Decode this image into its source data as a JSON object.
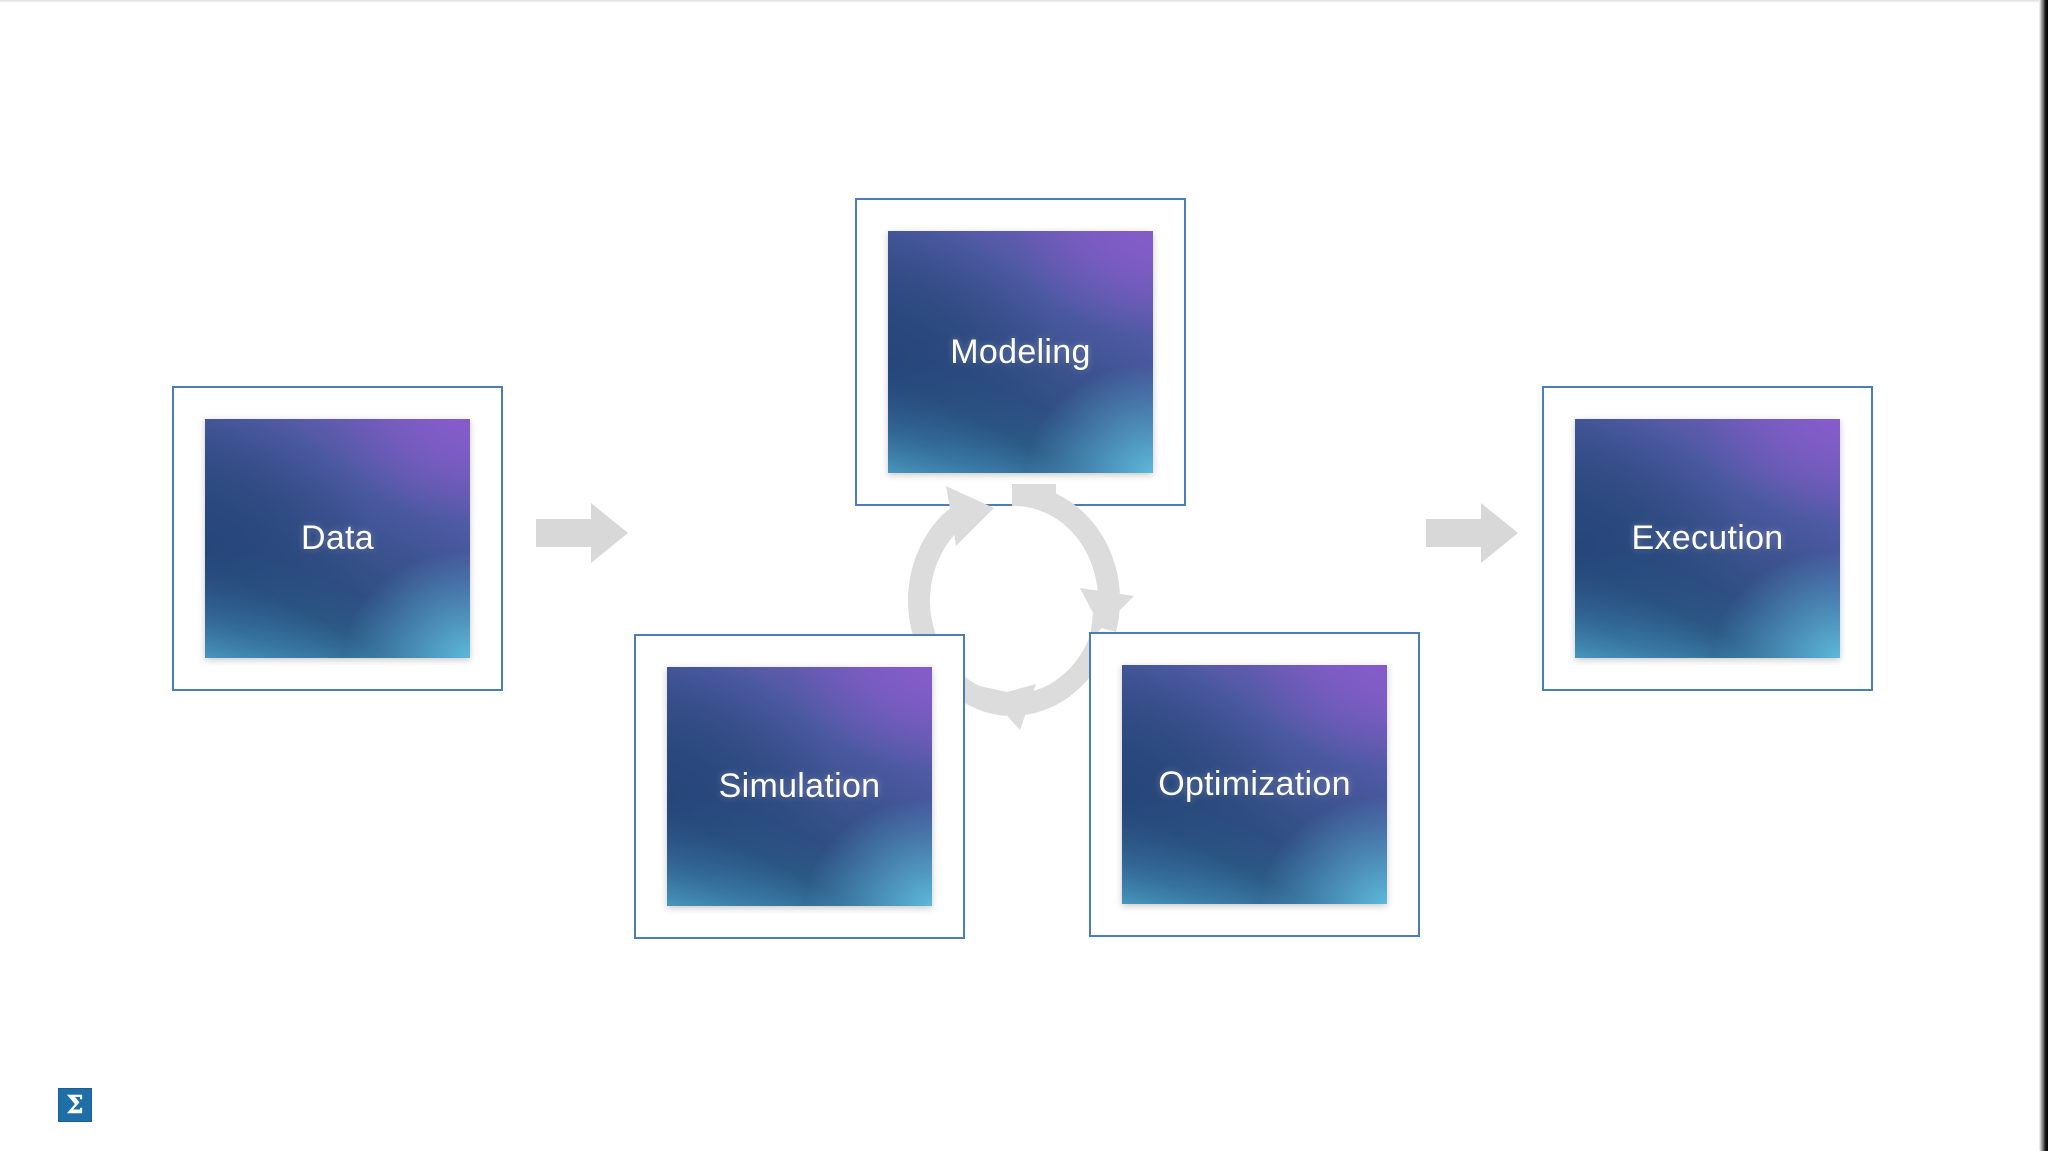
{
  "slide": {
    "background_color": "#FFFFFF",
    "frame_border_color": "#4A7EBB",
    "arrow_color": "#D8D8D8",
    "cycle_arrow_color": "#DCDCDC",
    "label_text_color": "#FFFFFF",
    "gradient": {
      "purple": "#7B5FC4",
      "navy": "#2F4F83",
      "cyan": "#55B4D6"
    }
  },
  "diagram": {
    "type": "process-flow-with-cycle",
    "nodes": [
      {
        "id": "data",
        "label": "Data",
        "position": "left"
      },
      {
        "id": "modeling",
        "label": "Modeling",
        "position": "center-top"
      },
      {
        "id": "simulation",
        "label": "Simulation",
        "position": "center-bottom-left"
      },
      {
        "id": "optimization",
        "label": "Optimization",
        "position": "center-bottom-right"
      },
      {
        "id": "execution",
        "label": "Execution",
        "position": "right"
      }
    ],
    "connectors": [
      {
        "id": "arrow-in",
        "icon": "right-arrow-icon",
        "from": "data",
        "to": "cycle"
      },
      {
        "id": "arrow-out",
        "icon": "right-arrow-icon",
        "from": "cycle",
        "to": "execution"
      },
      {
        "id": "cycle",
        "icon": "circular-cycle-arrow-icon",
        "members": [
          "modeling",
          "optimization",
          "simulation"
        ],
        "direction": "clockwise"
      }
    ]
  },
  "logo": {
    "glyph": "Σ",
    "name": "sigma-logo",
    "background_color": "#1E6EA7"
  }
}
